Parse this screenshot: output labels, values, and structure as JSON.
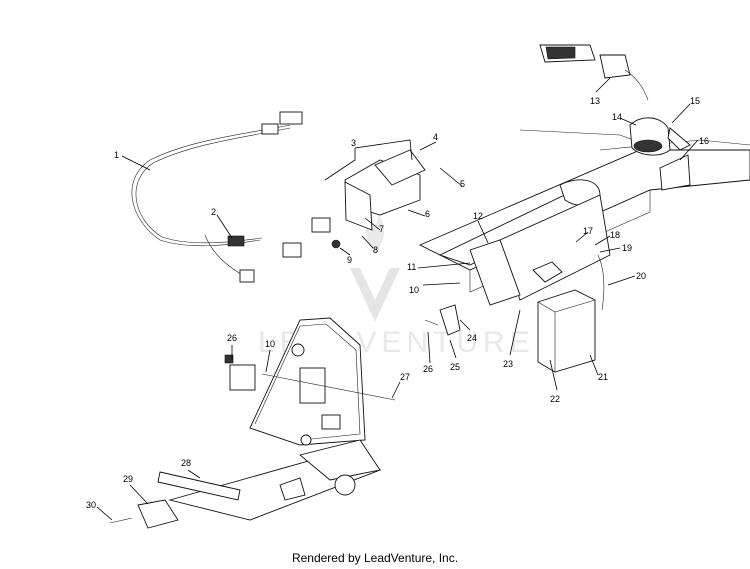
{
  "footer": {
    "credit": "Rendered by LeadVenture, Inc."
  },
  "watermark": {
    "text": "LEADVENTURE"
  },
  "callouts": [
    "1",
    "2",
    "3",
    "4",
    "5",
    "6",
    "7",
    "8",
    "9",
    "10",
    "11",
    "12",
    "13",
    "14",
    "15",
    "16",
    "17",
    "18",
    "19",
    "20",
    "21",
    "22",
    "23",
    "24",
    "25",
    "26",
    "27",
    "28",
    "29",
    "30",
    "26",
    "10"
  ]
}
